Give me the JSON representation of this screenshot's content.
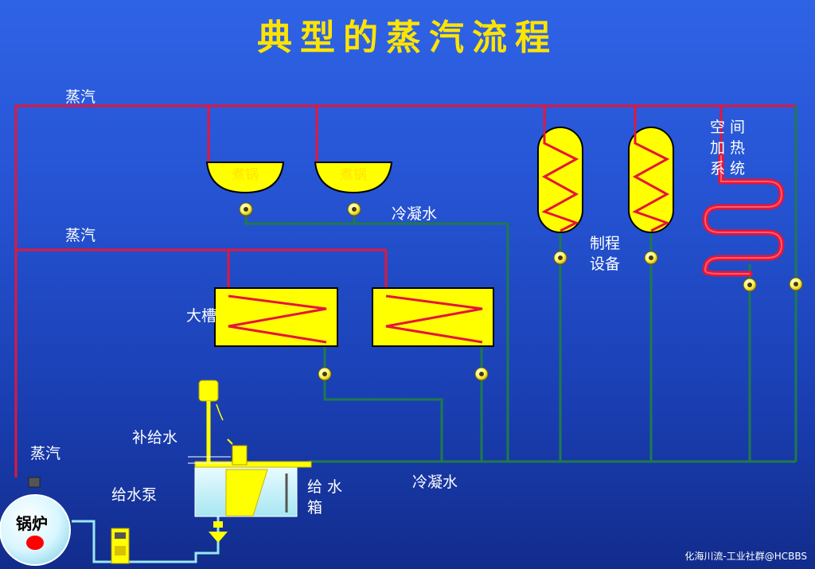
{
  "title": "典型的蒸汽流程",
  "labels": {
    "steam_top": "蒸汽",
    "steam_mid": "蒸汽",
    "steam_bottom": "蒸汽",
    "cooking_pot_1": "煮锅",
    "cooking_pot_2": "煮锅",
    "condensate_top": "冷凝水",
    "condensate_bottom": "冷凝水",
    "process_equipment_1": "制程",
    "process_equipment_2": "设备",
    "space_heating_1": "空 间",
    "space_heating_2": "加 热",
    "space_heating_3": "系 统",
    "large_tank": "大槽",
    "makeup_water": "补给水",
    "feed_pump": "给水泵",
    "feed_tank_1": "给 水",
    "feed_tank_2": "箱",
    "boiler": "锅炉"
  },
  "watermark": "化海川流-工业社群@HCBBS",
  "colors": {
    "steam_line": "#e4163a",
    "condensate_line": "#1f7a4a",
    "feedwater_line": "#9be7f3",
    "equipment_fill": "#ffff00",
    "title": "#ffe400",
    "background": "#2553d2"
  }
}
